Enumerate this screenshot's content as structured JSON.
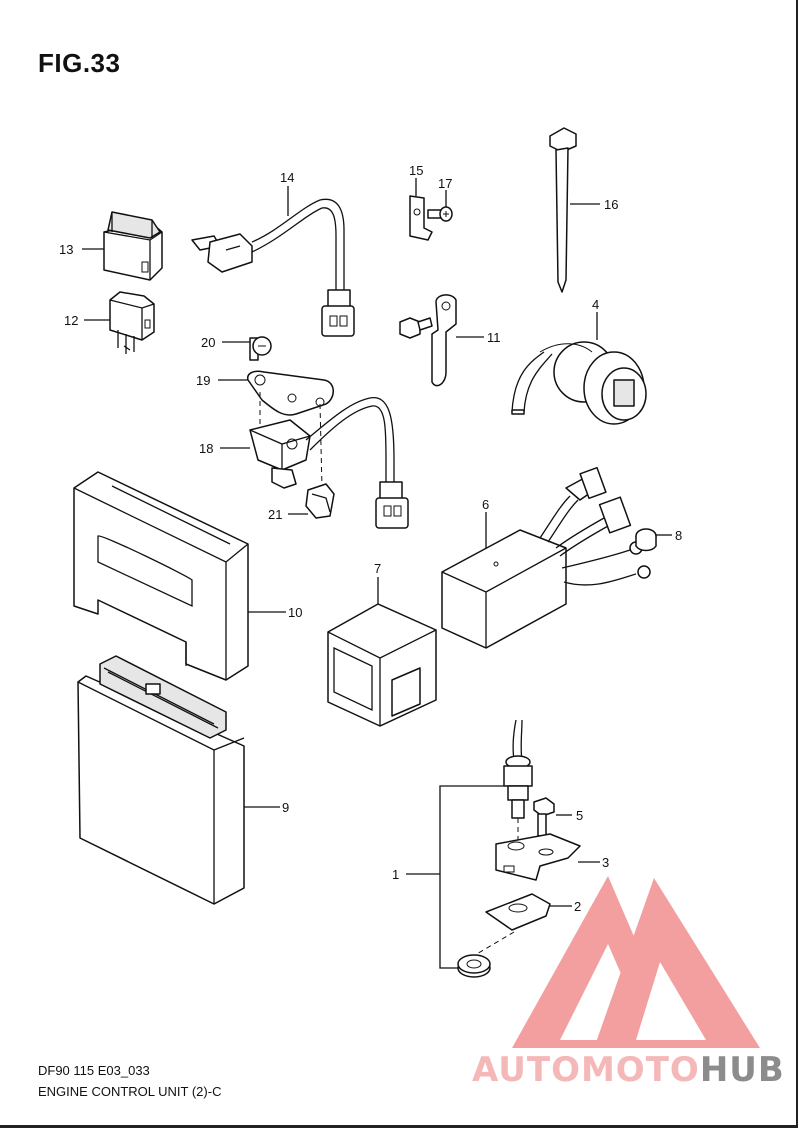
{
  "figure": {
    "title": "FIG.33",
    "code": "DF90 115 E03_033",
    "name": "ENGINE CONTROL UNIT (2)-C"
  },
  "callouts": {
    "p1": "1",
    "p2": "2",
    "p3": "3",
    "p4": "4",
    "p5": "5",
    "p6": "6",
    "p7": "7",
    "p8": "8",
    "p9": "9",
    "p10": "10",
    "p11": "11",
    "p12": "12",
    "p13": "13",
    "p14": "14",
    "p15": "15",
    "p16": "16",
    "p17": "17",
    "p18": "18",
    "p19": "19",
    "p20": "20",
    "p21": "21"
  },
  "watermark": {
    "part_a": "AUTOMOTO",
    "part_b": "HUB",
    "logo_color": "#f08080",
    "text_color_a": "#f5b8b8",
    "text_color_b": "#8c8c8c"
  }
}
